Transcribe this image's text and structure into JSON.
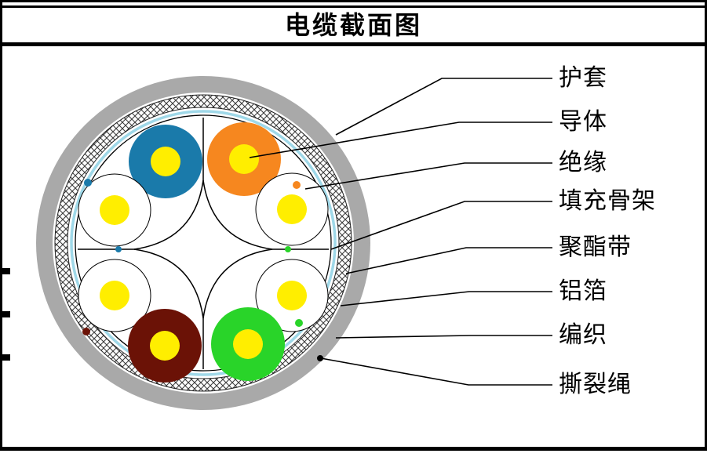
{
  "title": "电缆截面图",
  "labels": [
    {
      "text": "护套"
    },
    {
      "text": "导体"
    },
    {
      "text": "绝缘"
    },
    {
      "text": "填充骨架"
    },
    {
      "text": "聚酯带"
    },
    {
      "text": "铝箔"
    },
    {
      "text": "编织"
    },
    {
      "text": "撕裂绳"
    }
  ],
  "diagram": {
    "colors": {
      "sheath": "#a9a9a9",
      "pair_blue": "#1a7aaa",
      "pair_orange": "#f6871f",
      "pair_brown": "#6b1206",
      "pair_green": "#29d429",
      "core_yellow": "#ffee00",
      "foil": "#9fd8e8",
      "insulation_white": "#ffffff"
    }
  }
}
